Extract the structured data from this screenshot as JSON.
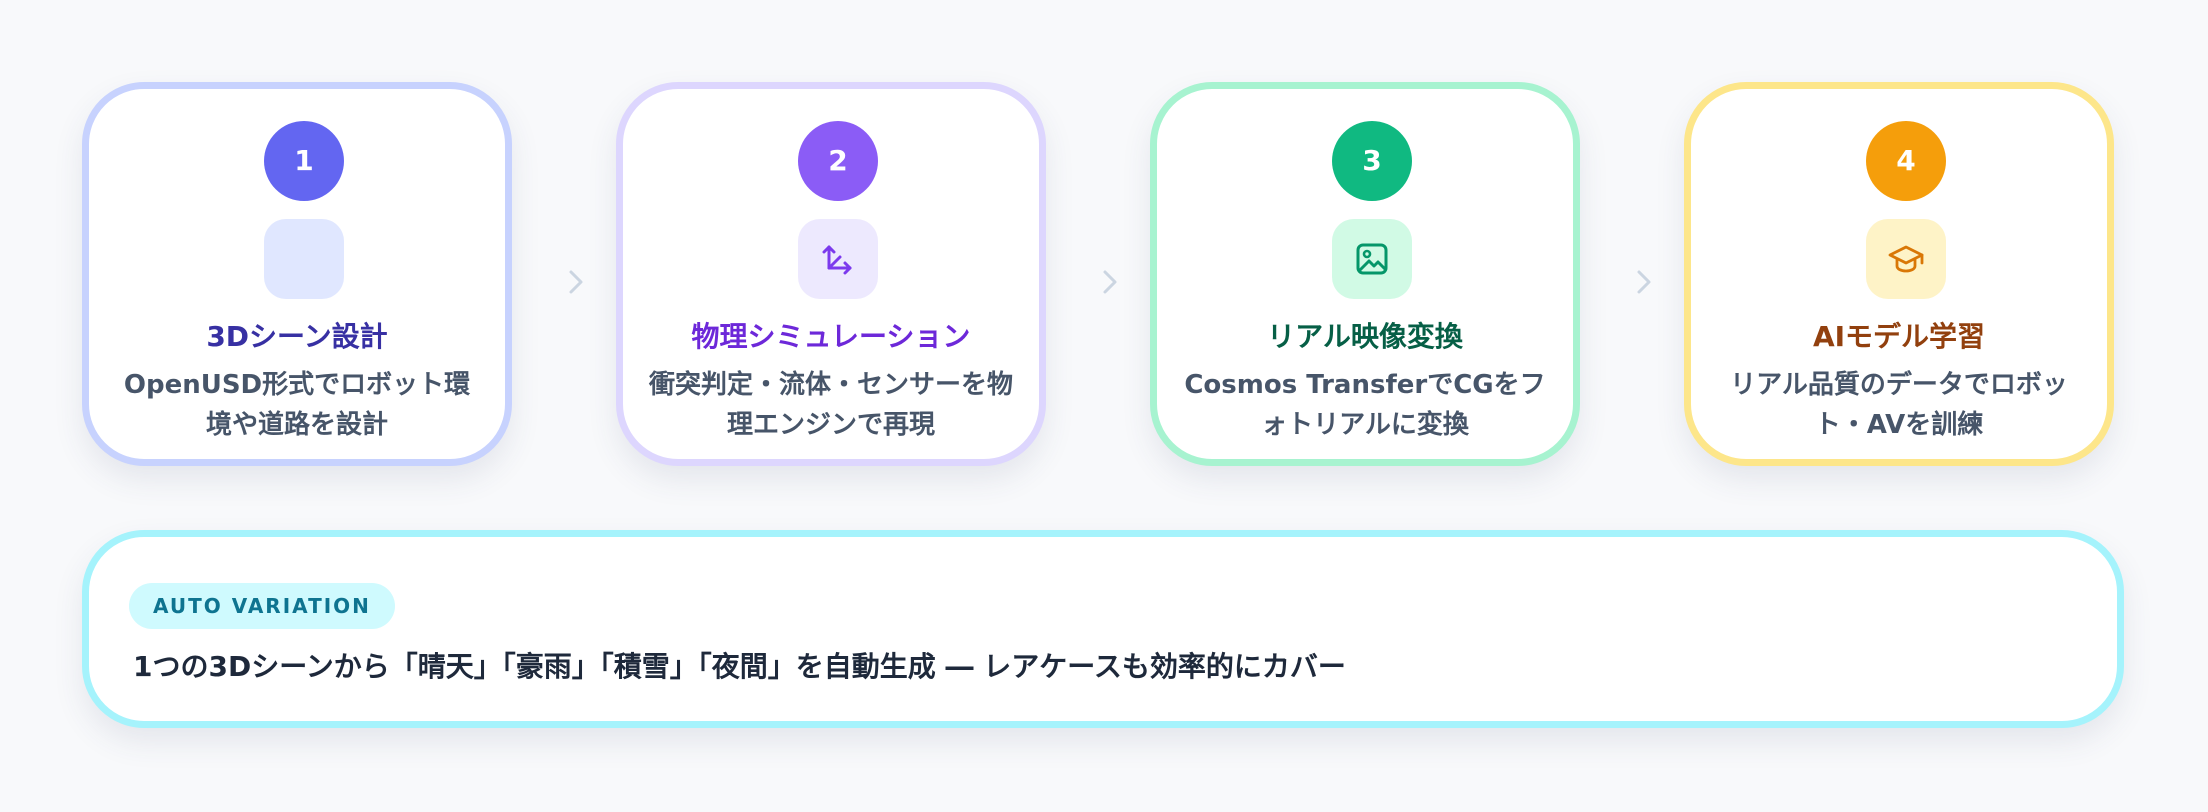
{
  "steps": [
    {
      "number": "1",
      "icon": "cube-icon",
      "title": "3Dシーン設計",
      "description": "OpenUSD形式でロボット環境や道路を設計",
      "accent": "#6366f1"
    },
    {
      "number": "2",
      "icon": "axis-arrows-icon",
      "title": "物理シミュレーション",
      "description": "衝突判定・流体・センサーを物理エンジンで再現",
      "accent": "#8b5cf6"
    },
    {
      "number": "3",
      "icon": "image-icon",
      "title": "リアル映像変換",
      "description": "Cosmos TransferでCGをフォトリアルに変換",
      "accent": "#10b981"
    },
    {
      "number": "4",
      "icon": "graduation-cap-icon",
      "title": "AIモデル学習",
      "description": "リアル品質のデータでロボット・AVを訓練",
      "accent": "#f59e0b"
    }
  ],
  "arrow_icon": "chevron-right-icon",
  "variation": {
    "badge": "AUTO VARIATION",
    "text": "1つの3Dシーンから「晴天」「豪雨」「積雪」「夜間」を自動生成 ― レアケースも効率的にカバー",
    "accent": "#a5f3fc"
  }
}
